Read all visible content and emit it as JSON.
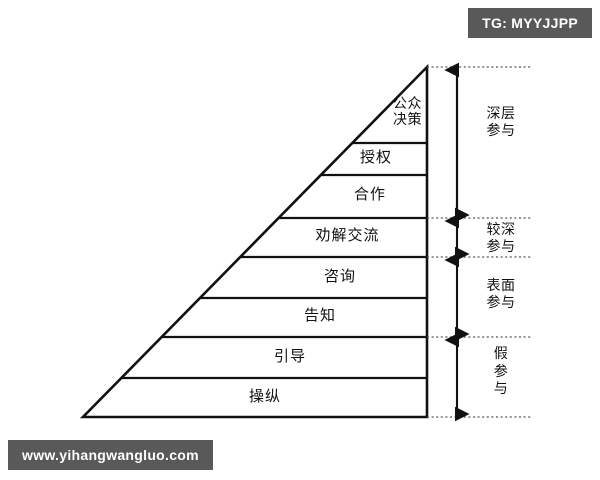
{
  "watermarks": {
    "telegram_badge": "TG: MYYJJPP",
    "site_badge": "www.yihangwangluo.com"
  },
  "diagram": {
    "type": "pyramid",
    "title": "",
    "orientation": "right-angle-pyramid",
    "tiers": [
      {
        "id": "tier-1",
        "label_line1": "公众",
        "label_line2": "决策",
        "level": 8
      },
      {
        "id": "tier-2",
        "label": "授权",
        "level": 7
      },
      {
        "id": "tier-3",
        "label": "合作",
        "level": 6
      },
      {
        "id": "tier-4",
        "label": "劝解交流",
        "level": 5
      },
      {
        "id": "tier-5",
        "label": "咨询",
        "level": 4
      },
      {
        "id": "tier-6",
        "label": "告知",
        "level": 3
      },
      {
        "id": "tier-7",
        "label": "引导",
        "level": 2
      },
      {
        "id": "tier-8",
        "label": "操纵",
        "level": 1
      }
    ],
    "groups": [
      {
        "id": "group-deep",
        "line1": "深层",
        "line2": "参与",
        "covers": [
          "tier-1",
          "tier-2",
          "tier-3"
        ]
      },
      {
        "id": "group-moderate",
        "line1": "较深",
        "line2": "参与",
        "covers": [
          "tier-4"
        ]
      },
      {
        "id": "group-surface",
        "line1": "表面",
        "line2": "参与",
        "covers": [
          "tier-5",
          "tier-6"
        ]
      },
      {
        "id": "group-fake",
        "line1": "假",
        "line2": "参",
        "line3": "与",
        "covers": [
          "tier-7",
          "tier-8"
        ]
      }
    ],
    "colors": {
      "stroke": "#111111",
      "fill": "#ffffff",
      "dotted": "#555555",
      "badge_bg": "#595959",
      "badge_text": "#ffffff"
    }
  }
}
